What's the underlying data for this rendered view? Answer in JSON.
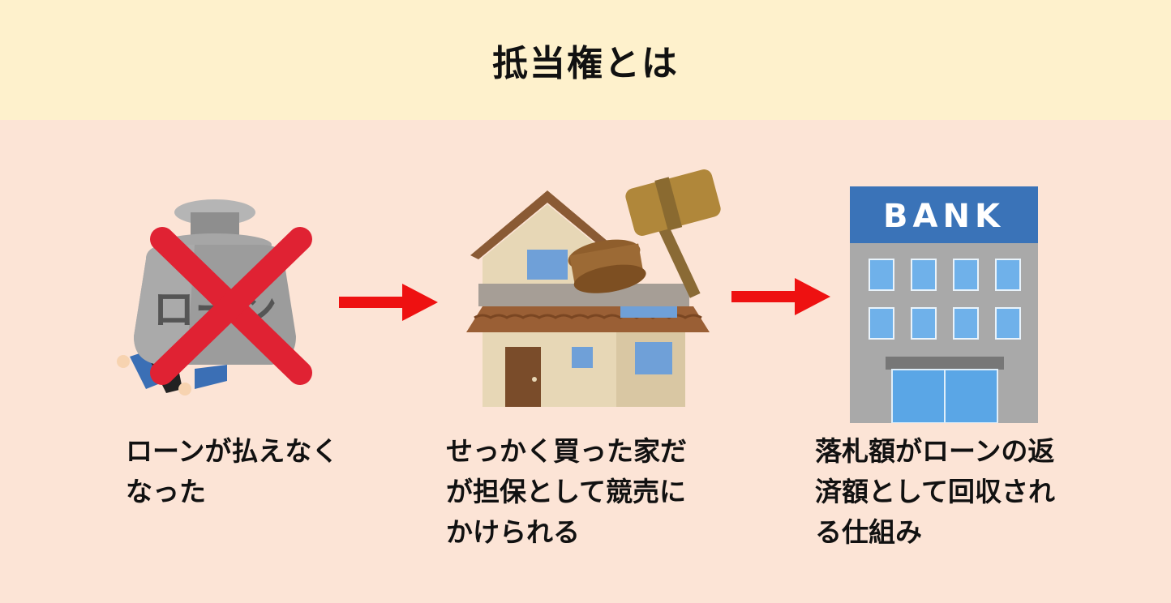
{
  "title": "抵当権とは",
  "steps": [
    {
      "illustration": "debt-weight-crossed-icon",
      "weight_text": "ローン",
      "caption": "ローンが払えなく\nなった"
    },
    {
      "illustration": "house-auction-gavel-icon",
      "caption": "せっかく買った家だ\nが担保として競売に\nかけられる"
    },
    {
      "illustration": "bank-building-icon",
      "bank_label": "BANK",
      "caption": "落札額がローンの返\n済額として回収され\nる仕組み"
    }
  ],
  "colors": {
    "header_bg": "#fef1cc",
    "body_bg": "#fce4d6",
    "arrow": "#ee1111",
    "cross": "#e02233"
  }
}
